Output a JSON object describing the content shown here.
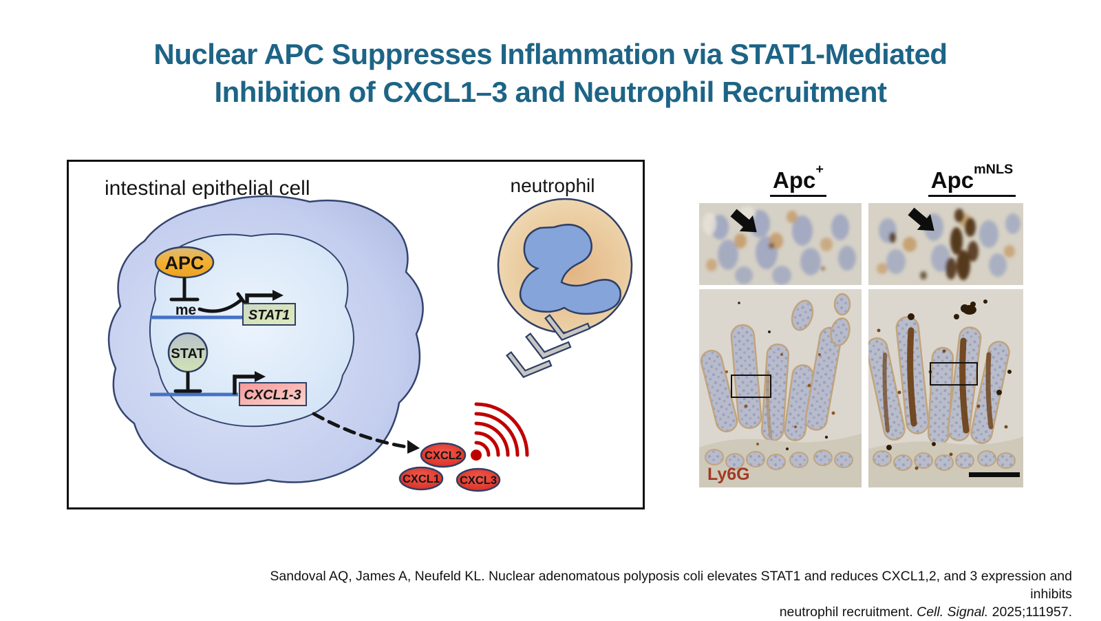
{
  "title": {
    "line1": "Nuclear APC Suppresses Inflammation via STAT1-Mediated",
    "line2": "Inhibition of CXCL1–3 and Neutrophil Recruitment"
  },
  "pathway_panel": {
    "cell_label": "intestinal epithelial cell",
    "neutrophil_label": "neutrophil",
    "apc_label": "APC",
    "me_label": "me",
    "stat1_gene_label": "STAT1",
    "stat_protein_label": "STAT",
    "cxcl_gene_label": "CXCL1-3",
    "chemokines": {
      "cxcl1": "CXCL1",
      "cxcl2": "CXCL2",
      "cxcl3": "CXCL3"
    }
  },
  "ihc_panel": {
    "col1": {
      "name": "Apc",
      "sup": "+"
    },
    "col2": {
      "name": "Apc",
      "sup": "mNLS"
    },
    "stain_label": "Ly6G"
  },
  "citation": {
    "line1": "Sandoval AQ, James A, Neufeld KL. Nuclear adenomatous polyposis coli elevates STAT1 and reduces CXCL1,2, and 3 expression and inhibits",
    "line2_pre": "neutrophil recruitment. ",
    "line2_italic": "Cell. Signal.",
    "line2_post": " 2025;111957."
  },
  "colors": {
    "title_teal": "#1d6486",
    "dna_blue": "#4472c4",
    "signal_red": "#c00000",
    "stain_label_red": "#a23a22",
    "apc_orange": "#f0a82d",
    "chemokine_red": "#e0352a"
  }
}
